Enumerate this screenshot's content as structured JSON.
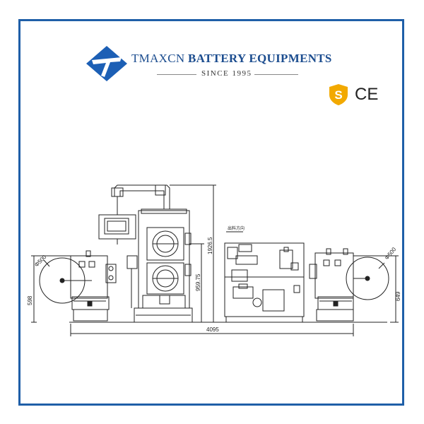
{
  "brand": {
    "name": "TMAXCN",
    "tagline": "BATTERY EQUIPMENTS",
    "since": "SINCE  1995",
    "logo_color": "#1c5fb5"
  },
  "certifications": {
    "icons": [
      "safety-s-shield-icon",
      "ce-mark-icon"
    ],
    "ce_text": "CE",
    "shield_color": "#f2a900"
  },
  "drawing": {
    "dimensions": {
      "unwind_diameter": "Φ500",
      "rewind_diameter": "Φ500",
      "total_height": "1926.5",
      "roll_height": "959.75",
      "left_height": "598",
      "right_height": "649",
      "total_length": "4095",
      "label_small": "出料方向"
    },
    "line_color": "#222222"
  },
  "frame_color": "#1f5fa8"
}
